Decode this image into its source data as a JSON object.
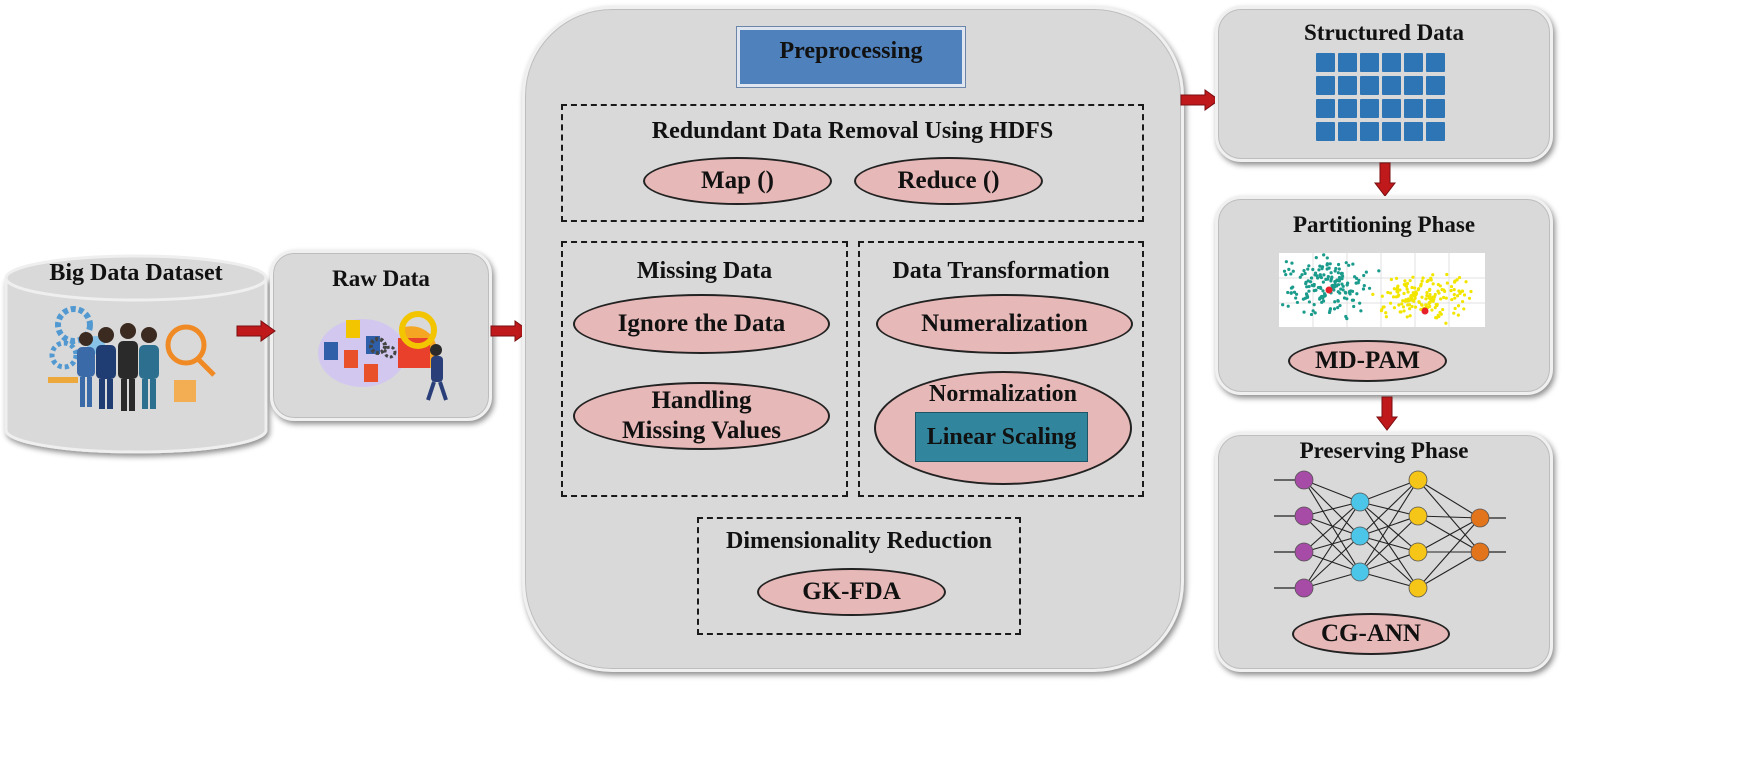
{
  "big_data": {
    "title": "Big Data Dataset"
  },
  "raw_data": {
    "title": "Raw Data"
  },
  "preprocessing": {
    "title": "Preprocessing",
    "redundant": {
      "title": "Redundant Data Removal Using HDFS",
      "map": "Map ()",
      "reduce": "Reduce ()"
    },
    "missing": {
      "title": "Missing Data",
      "ignore": "Ignore the Data",
      "handling": "Handling Missing Values"
    },
    "transformation": {
      "title": "Data Transformation",
      "numeralization": "Numeralization",
      "normalization": "Normalization",
      "linear_scaling": "Linear Scaling"
    },
    "dimensionality": {
      "title": "Dimensionality Reduction",
      "method": "GK-FDA"
    }
  },
  "structured_data": {
    "title": "Structured Data"
  },
  "partitioning": {
    "title": "Partitioning Phase",
    "method": "MD-PAM"
  },
  "preserving": {
    "title": "Preserving Phase",
    "method": "CG-ANN"
  },
  "colors": {
    "panel": "#d9d9d9",
    "ellipse": "#e6b8b7",
    "arrow": "#c0191c",
    "preprocessing_header": "#4f81bd",
    "linear_scaling": "#31859c",
    "grid_cell": "#2e75b6",
    "cluster_a": "#1a9b8c",
    "cluster_b": "#f2e600",
    "centroid": "#e8202a",
    "nn_input": "#a64ca6",
    "nn_hidden1": "#4bc5e8",
    "nn_hidden2": "#f5c518",
    "nn_output": "#e2741c"
  }
}
